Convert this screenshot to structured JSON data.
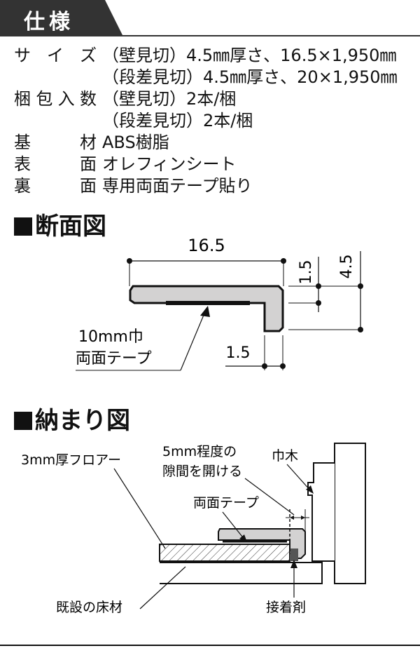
{
  "header": {
    "title": "仕様"
  },
  "specs": [
    {
      "label": [
        "サ",
        "イ",
        "ズ"
      ],
      "values": [
        "（壁見切）4.5㎜厚さ、16.5×1,950㎜",
        "（段差見切）4.5㎜厚さ、20×1,950㎜"
      ]
    },
    {
      "label": [
        "梱",
        "包",
        "入",
        "数"
      ],
      "values": [
        "（壁見切）2本/梱",
        "（段差見切）2本/梱"
      ]
    },
    {
      "label": [
        "基",
        "材"
      ],
      "values": [
        "ABS樹脂"
      ]
    },
    {
      "label": [
        "表",
        "面"
      ],
      "values": [
        "オレフィンシート"
      ]
    },
    {
      "label": [
        "裏",
        "面"
      ],
      "values": [
        "専用両面テープ貼り"
      ]
    }
  ],
  "section_cross": {
    "title": "断面図",
    "dim_width": "16.5",
    "dim_top": "1.5",
    "dim_height": "4.5",
    "dim_bottom": "1.5",
    "tape_label_1": "10mm巾",
    "tape_label_2": "両面テープ"
  },
  "section_install": {
    "title": "納まり図",
    "floor_label": "3mm厚フロアー",
    "gap_label_1": "5mm程度の",
    "gap_label_2": "隙間を開ける",
    "baseboard_label": "巾木",
    "tape_label": "両面テープ",
    "existing_floor_label": "既設の床材",
    "adhesive_label": "接着剤"
  }
}
